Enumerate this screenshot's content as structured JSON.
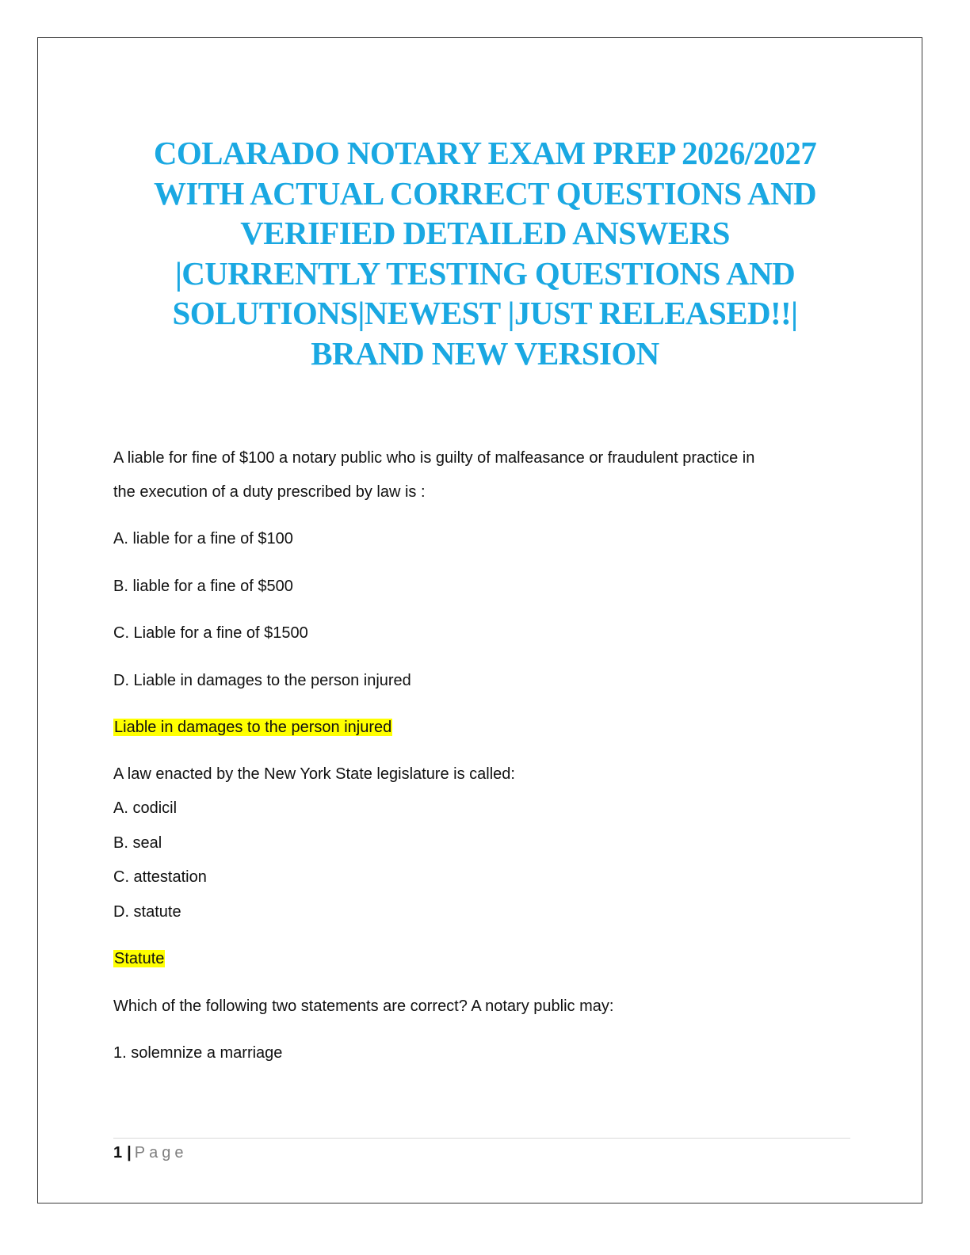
{
  "document": {
    "title_lines": [
      "COLARADO NOTARY EXAM PREP 2026/2027",
      "WITH ACTUAL CORRECT QUESTIONS AND",
      "VERIFIED DETAILED ANSWERS",
      "|CURRENTLY TESTING QUESTIONS AND",
      "SOLUTIONS|NEWEST |JUST RELEASED!!|",
      "BRAND NEW VERSION"
    ],
    "q1": {
      "line1": "A liable for fine of $100 a notary public who is guilty of malfeasance or fraudulent practice in",
      "line2": "the execution of a duty prescribed by law is :",
      "options": [
        "A. liable for a fine of $100",
        "B. liable for a fine of $500",
        "C. Liable for a fine of $1500",
        "D. Liable in damages to the person injured"
      ],
      "answer": "Liable in damages to the person injured"
    },
    "q2": {
      "question": "A law enacted by the New York State legislature is called:",
      "options": [
        "A. codicil",
        "B. seal",
        "C. attestation",
        "D. statute"
      ],
      "answer": "Statute"
    },
    "q3": {
      "question": "Which of the following two statements are correct? A notary public may:",
      "items": [
        "1. solemnize a marriage"
      ]
    },
    "footer": {
      "page_number": "1",
      "separator": "|",
      "page_label": "Page"
    }
  }
}
